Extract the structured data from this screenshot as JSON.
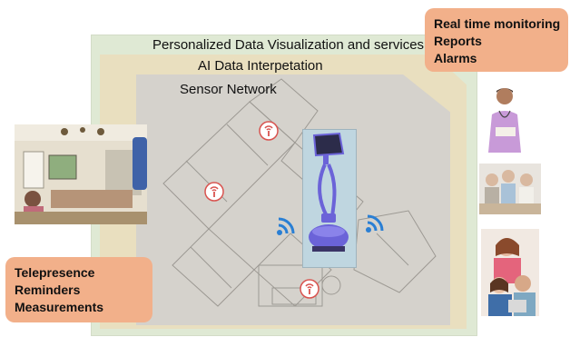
{
  "layers": {
    "outer": "Personalized Data Visualization and services",
    "middle": "AI Data Interpetation",
    "inner": "Sensor Network"
  },
  "callouts": {
    "right": [
      "Real time  monitoring",
      "Reports",
      "Alarms"
    ],
    "left": [
      "Telepresence",
      "Reminders",
      "Measurements"
    ]
  },
  "colors": {
    "outer_layer": "#dfe9d4",
    "middle_layer": "#e9dfbf",
    "inner_layer": "#d5d2cc",
    "callout": "#f2b08a",
    "sensor_icon": "#d9534f",
    "wifi_icon": "#2a7fd4",
    "robot": "#6b63d8"
  },
  "icons": [
    "sensor-icon",
    "wifi-icon",
    "telepresence-robot-icon"
  ]
}
